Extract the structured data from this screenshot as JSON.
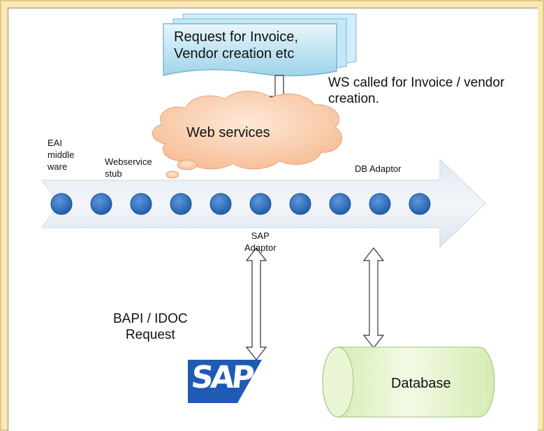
{
  "request_doc": {
    "line1": "Request for Invoice,",
    "line2": "Vendor creation etc"
  },
  "ws_note": {
    "line1": "WS called for Invoice / vendor",
    "line2": "creation."
  },
  "cloud": {
    "label": "Web services"
  },
  "eai": {
    "line1": "EAI",
    "line2": "middle",
    "line3": "ware"
  },
  "stub": {
    "line1": "Webservice",
    "line2": "stub"
  },
  "db_adaptor": "DB Adaptor",
  "sap_adaptor": {
    "line1": "SAP",
    "line2": "Adaptor"
  },
  "bapi": {
    "line1": "BAPI / IDOC",
    "line2": "Request"
  },
  "sap_logo_text": "SAP",
  "database": {
    "label": "Database"
  },
  "colors": {
    "background": "#fbe8b5",
    "arrow": "#d9e4f1",
    "dot": "#2f6fbf",
    "cloud": "#f9c6a0",
    "document": "#bfe3f2",
    "sap_logo": "#1f5bb5",
    "database": "#e2f2c6"
  },
  "bus_dot_count": 10
}
